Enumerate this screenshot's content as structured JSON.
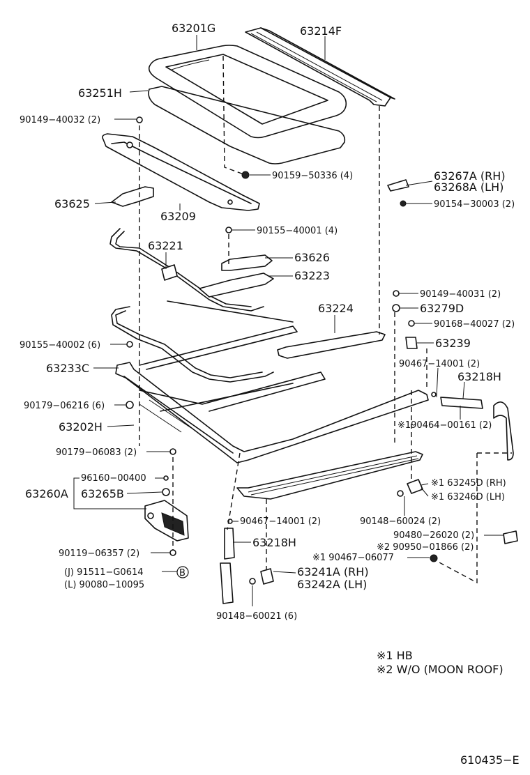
{
  "labels": {
    "l_63201G": "63201G",
    "l_63214F": "63214F",
    "l_63251H": "63251H",
    "l_90149_40032": "90149−40032 (2)",
    "l_90159_50336": "90159−50336 (4)",
    "l_63267A": "63267A (RH)",
    "l_63268A": "63268A (LH)",
    "l_90154_30003": "90154−30003 (2)",
    "l_63625": "63625",
    "l_63209": "63209",
    "l_90155_40001": "90155−40001 (4)",
    "l_63221": "63221",
    "l_63626": "63626",
    "l_63223": "63223",
    "l_90149_40031": "90149−40031 (2)",
    "l_63224": "63224",
    "l_63279D": "63279D",
    "l_90168_40027": "90168−40027 (2)",
    "l_90155_40002": "90155−40002 (6)",
    "l_63239": "63239",
    "l_90467_14001_a": "90467−14001 (2)",
    "l_63233C": "63233C",
    "l_63218H_a": "63218H",
    "l_90179_06216": "90179−06216 (6)",
    "l_90464_00161": "※190464−00161 (2)",
    "l_63202H": "63202H",
    "l_90179_06083": "90179−06083 (2)",
    "l_96160_00400": "96160−00400",
    "l_63245D": "※1 63245D (RH)",
    "l_63260A": "63260A",
    "l_63265B": "63265B",
    "l_63246D": "※1 63246D (LH)",
    "l_90148_60024": "90148−60024 (2)",
    "l_90467_14001_b": "90467−14001 (2)",
    "l_90480_26020": "90480−26020 (2)",
    "l_63218H_b": "63218H",
    "l_90950_01866": "※2 90950−01866 (2)",
    "l_90119_06357": "90119−06357 (2)",
    "l_90467_06077": "※1 90467−06077",
    "l_91511_G0614": "(J) 91511−G0614",
    "l_90080_10095": "(L) 90080−10095",
    "l_B": "B",
    "l_63241A": "63241A (RH)",
    "l_63242A": "63242A (LH)",
    "l_90148_60021": "90148−60021 (6)"
  },
  "notes": {
    "note1": "※1  HB",
    "note2": "※2  W/O (MOON  ROOF)"
  },
  "diagram_id": "610435−E"
}
